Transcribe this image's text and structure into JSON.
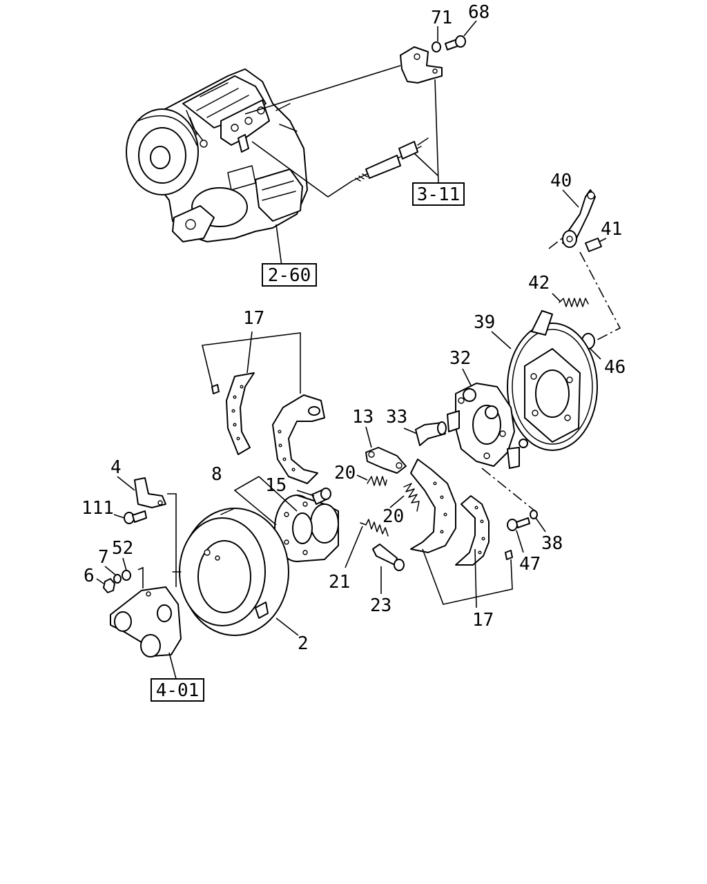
{
  "callouts": {
    "c71": "71",
    "c68": "68",
    "c40": "40",
    "c41": "41",
    "c42": "42",
    "c39": "39",
    "c46": "46",
    "c32": "32",
    "c17a": "17",
    "c13": "13",
    "c33": "33",
    "c4": "4",
    "c8": "8",
    "c15": "15",
    "c20a": "20",
    "c20b": "20",
    "c111": "111",
    "c52": "52",
    "c7": "7",
    "c6": "6",
    "c21": "21",
    "c23": "23",
    "c47": "47",
    "c38": "38",
    "c17b": "17",
    "c2": "2"
  },
  "references": {
    "r311": "3-11",
    "r260": "2-60",
    "r401": "4-01"
  }
}
